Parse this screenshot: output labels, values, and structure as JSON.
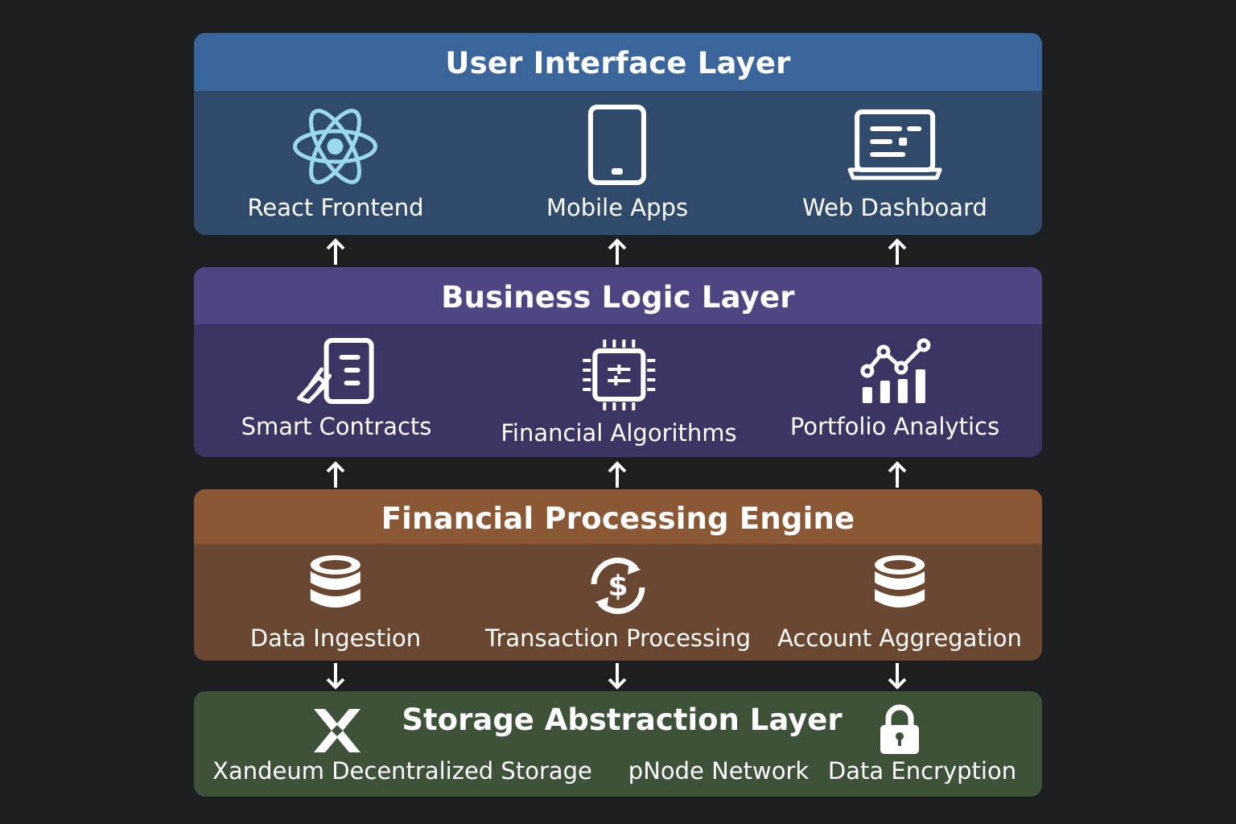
{
  "diagram": {
    "layers": [
      {
        "title": "User Interface Layer",
        "items": [
          {
            "label": "React Frontend",
            "icon": "react-atom-icon"
          },
          {
            "label": "Mobile Apps",
            "icon": "mobile-tablet-icon"
          },
          {
            "label": "Web Dashboard",
            "icon": "laptop-dashboard-icon"
          }
        ]
      },
      {
        "title": "Business Logic Layer",
        "items": [
          {
            "label": "Smart Contracts",
            "icon": "contract-document-icon"
          },
          {
            "label": "Financial Algorithms",
            "icon": "cpu-chip-icon"
          },
          {
            "label": "Portfolio Analytics",
            "icon": "bar-line-chart-icon"
          }
        ]
      },
      {
        "title": "Financial Processing Engine",
        "items": [
          {
            "label": "Data Ingestion",
            "icon": "database-icon"
          },
          {
            "label": "Transaction Processing",
            "icon": "dollar-cycle-icon"
          },
          {
            "label": "Account Aggregation",
            "icon": "database-icon"
          }
        ]
      },
      {
        "title": "Storage Abstraction Layer",
        "items": [
          {
            "label": "Xandeum Decentralized Storage",
            "icon": "xandeum-x-icon"
          },
          {
            "label": "pNode Network",
            "icon": ""
          },
          {
            "label": "Data Encryption",
            "icon": "padlock-icon"
          }
        ]
      }
    ],
    "colors": {
      "background": "#1c1f22",
      "ui_header": "#3a669c",
      "ui_body": "#2f4a6a",
      "logic_header": "#4d4683",
      "logic_body": "#3b3563",
      "engine_header": "#8b5836",
      "engine_body": "#6a4730",
      "storage_body": "#3d5239",
      "icon_accent": "#9ad8ec"
    }
  }
}
